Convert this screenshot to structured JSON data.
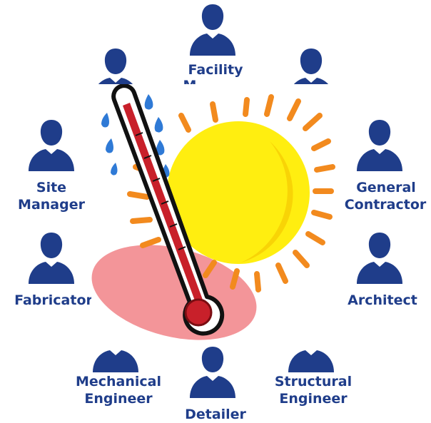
{
  "colors": {
    "people_blue": "#1f3d8a",
    "sun_yellow": "#ffee10",
    "sun_ray_orange": "#f28a1e",
    "thermometer_red": "#c8202a",
    "heat_pink": "#f28a8e",
    "sweat_blue": "#2f7ad6"
  },
  "roles": {
    "facility": "Facility",
    "facility_cut": "M",
    "general_contractor_1": "General",
    "general_contractor_2": "Contractor",
    "architect": "Architect",
    "structural_1": "Structural",
    "structural_2": "Engineer",
    "detailer": "Detailer",
    "mechanical_1": "Mechanical",
    "mechanical_2": "Engineer",
    "fabricator": "Fabricator",
    "site_manager_1": "Site",
    "site_manager_2": "Manager"
  },
  "icons": {
    "person": "person-icon",
    "thermometer": "thermometer-icon",
    "sun": "sun-icon"
  }
}
